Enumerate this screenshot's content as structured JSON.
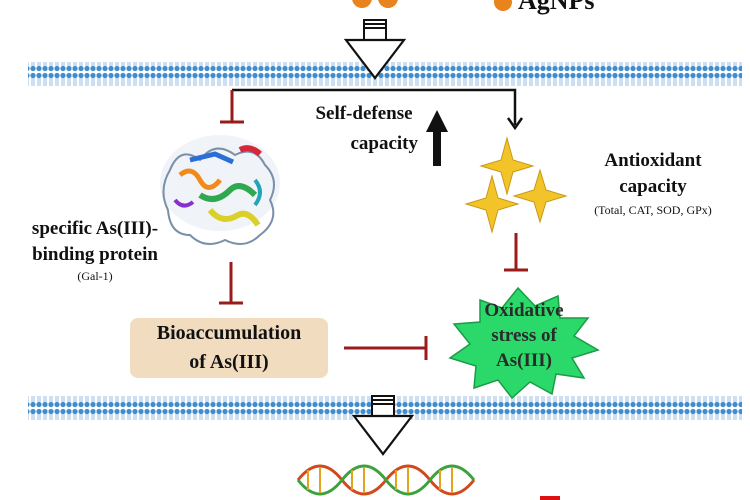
{
  "top": {
    "particle_label": "AgNPs"
  },
  "self_defense": {
    "line1": "Self-defense",
    "line2": "capacity"
  },
  "antioxidant": {
    "line1": "Antioxidant",
    "line2": "capacity",
    "detail": "(Total, CAT, SOD, GPx)"
  },
  "protein": {
    "line1": "specific As(III)-",
    "line2": "binding protein",
    "detail": "(Gal-1)"
  },
  "bioaccumulation": {
    "line1": "Bioaccumulation",
    "line2": "of As(III)"
  },
  "oxidative": {
    "line1": "Oxidative",
    "line2": "stress of",
    "line3": "As(III)"
  },
  "colors": {
    "membrane": "#4a90c8",
    "inhibit": "#9b1b1b",
    "box_fill": "#f1dcc0",
    "burst_fill": "#2bd96a",
    "star_fill": "#f2c42a",
    "particle": "#e8831e"
  }
}
